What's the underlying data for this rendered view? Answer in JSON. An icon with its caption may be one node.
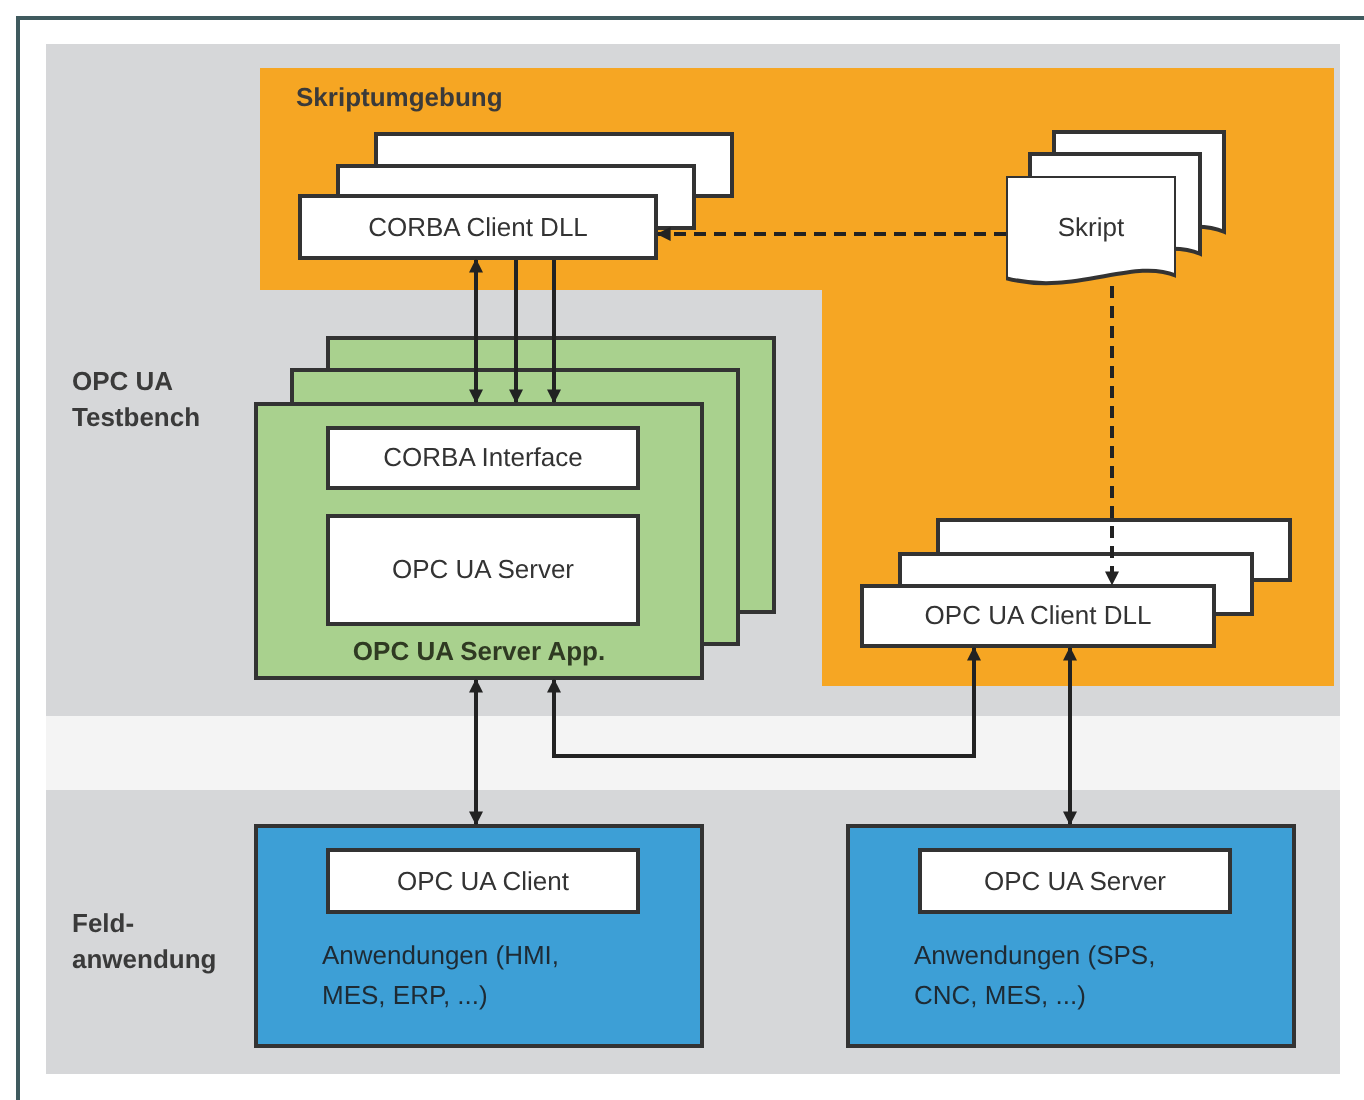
{
  "diagram": {
    "nodes": [
      {
        "text": [
          "OPC UA Testbench"
        ]
      },
      {
        "text": [
          "Skriptumgebung"
        ],
        "in": 0
      },
      {
        "text": [
          "CORBA Client DLL"
        ],
        "in": 1
      },
      {
        "text": [
          "Skript"
        ],
        "in": 1
      },
      {
        "text": [
          "OPC UA Client DLL"
        ],
        "in": 1
      },
      {
        "text": [
          "OPC UA Server App."
        ],
        "in": 0
      },
      {
        "text": [
          "CORBA Interface"
        ],
        "in": 5
      },
      {
        "text": [
          "OPC UA Server"
        ],
        "in": 5
      },
      {
        "text": [
          "Feld- anwendung"
        ]
      },
      {
        "text": [
          "Anwendungen (HMI, MES, ERP, ...)"
        ],
        "in": 8
      },
      {
        "text": [
          "OPC UA Client"
        ],
        "in": 9
      },
      {
        "text": [
          "Anwendungen (SPS, CNC, MES, ...)"
        ],
        "in": 8
      },
      {
        "text": [
          "OPC UA Server"
        ],
        "in": 11
      }
    ],
    "edges": [
      {
        "from": 2,
        "to": 5,
        "arrow": "both"
      },
      {
        "from": 2,
        "to": 5,
        "arrow": "to"
      },
      {
        "from": 2,
        "to": 5,
        "arrow": "to"
      },
      {
        "from": 3,
        "to": 2,
        "arrow": "to",
        "style": "dashed"
      },
      {
        "from": 3,
        "to": 4,
        "arrow": "to",
        "style": "dashed"
      },
      {
        "from": 5,
        "to": 9,
        "arrow": "both"
      },
      {
        "from": 4,
        "to": 5,
        "arrow": "both"
      },
      {
        "from": 4,
        "to": 11,
        "arrow": "both"
      }
    ]
  }
}
